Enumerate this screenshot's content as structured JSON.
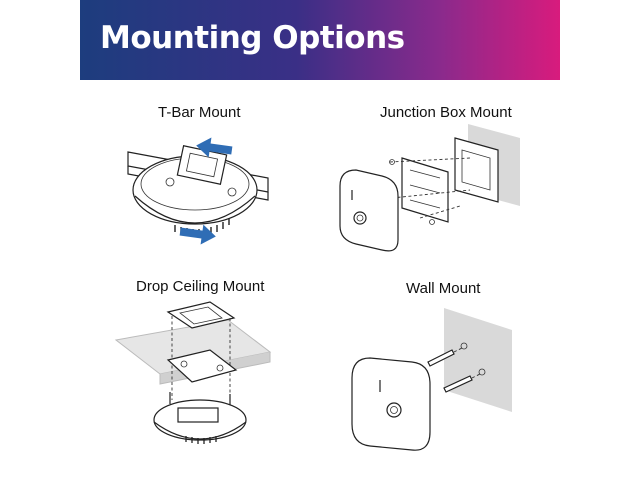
{
  "header": {
    "title": "Mounting Options"
  },
  "panels": [
    {
      "label": "T-Bar Mount",
      "icon": "tbar-mount-illustration"
    },
    {
      "label": "Junction Box Mount",
      "icon": "junction-box-mount-illustration"
    },
    {
      "label": "Drop Ceiling Mount",
      "icon": "drop-ceiling-mount-illustration"
    },
    {
      "label": "Wall Mount",
      "icon": "wall-mount-illustration"
    }
  ],
  "colors": {
    "banner_start": "#1d3d7e",
    "banner_end": "#d81b7d",
    "arrow_blue": "#2f6db5",
    "wall_gray": "#d9d9d9"
  }
}
